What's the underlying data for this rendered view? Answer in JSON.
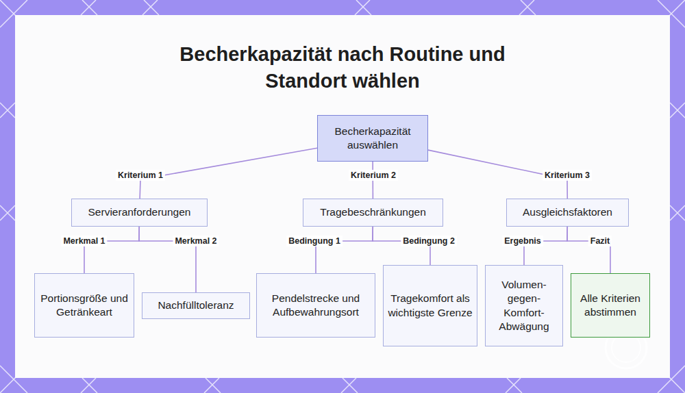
{
  "diagram": {
    "title": "Becherkapazität nach Routine und Standort wählen",
    "nodes": [
      {
        "text": [
          "Becherkapazität auswählen"
        ]
      },
      {
        "text": [
          "Servieranforderungen"
        ]
      },
      {
        "text": [
          "Tragebeschränkungen"
        ]
      },
      {
        "text": [
          "Ausgleichsfaktoren"
        ]
      },
      {
        "text": [
          "Portionsgröße und Getränkeart"
        ]
      },
      {
        "text": [
          "Nachfülltoleranz"
        ]
      },
      {
        "text": [
          "Pendelstrecke und Aufbewahrungsort"
        ]
      },
      {
        "text": [
          "Tragekomfort als wichtigste Grenze"
        ]
      },
      {
        "text": [
          "Volumen- gegen- Komfort- Abwägung"
        ]
      },
      {
        "text": [
          "Alle Kriterien abstimmen"
        ]
      }
    ],
    "edges": [
      {
        "from": 0,
        "to": 1,
        "arrow": "none",
        "label": "Kriterium 1"
      },
      {
        "from": 0,
        "to": 2,
        "arrow": "none",
        "label": "Kriterium 2"
      },
      {
        "from": 0,
        "to": 3,
        "arrow": "none",
        "label": "Kriterium 3"
      },
      {
        "from": 1,
        "to": 4,
        "arrow": "none",
        "label": "Merkmal 1"
      },
      {
        "from": 1,
        "to": 5,
        "arrow": "none",
        "label": "Merkmal 2"
      },
      {
        "from": 2,
        "to": 6,
        "arrow": "none",
        "label": "Bedingung 1"
      },
      {
        "from": 2,
        "to": 7,
        "arrow": "none",
        "label": "Bedingung 2"
      },
      {
        "from": 3,
        "to": 8,
        "arrow": "none",
        "label": "Ergebnis"
      },
      {
        "from": 3,
        "to": 9,
        "arrow": "none",
        "label": "Fazit"
      }
    ]
  }
}
